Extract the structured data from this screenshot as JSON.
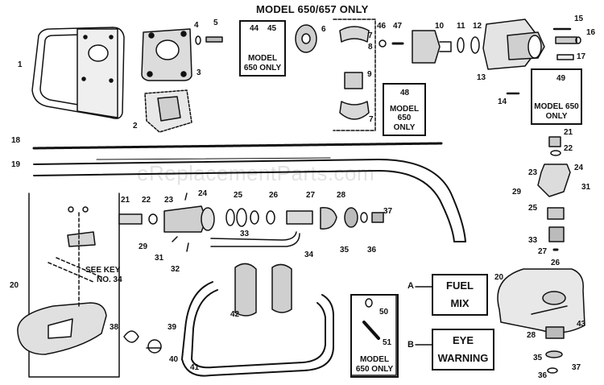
{
  "title": "MODEL 650/657 ONLY",
  "watermark": "eReplacementParts.com",
  "boxes": {
    "model_top": "MODEL 650 ONLY",
    "model_mid": "MODEL 650 ONLY",
    "model_right": "MODEL 650 ONLY",
    "model_bottom": "MODEL 650 ONLY"
  },
  "box_numbers": {
    "n44": "44",
    "n45": "45",
    "n48": "48",
    "n49": "49",
    "n50": "50",
    "n51": "51"
  },
  "see_key": {
    "line1": "SEE   KEY",
    "line2": "NO.  34"
  },
  "warnings": {
    "a_letter": "A",
    "fuel_line1": "FUEL",
    "fuel_line2": "MIX",
    "b_letter": "B",
    "eye_line1": "EYE",
    "eye_line2": "WARNING"
  },
  "callouts": {
    "c1": "1",
    "c2": "2",
    "c3": "3",
    "c4": "4",
    "c5": "5",
    "c6": "6",
    "c7a": "7",
    "c7b": "7",
    "c8": "8",
    "c9": "9",
    "c10": "10",
    "c11": "11",
    "c12": "12",
    "c13": "13",
    "c14": "14",
    "c15": "15",
    "c16": "16",
    "c17": "17",
    "c18": "18",
    "c19": "19",
    "c20a": "20",
    "c20b": "20",
    "c21a": "21",
    "c21b": "21",
    "c22a": "22",
    "c22b": "22",
    "c23a": "23",
    "c23b": "23",
    "c24a": "24",
    "c24b": "24",
    "c25a": "25",
    "c25b": "25",
    "c26a": "26",
    "c26b": "26",
    "c27a": "27",
    "c27b": "27",
    "c28a": "28",
    "c28b": "28",
    "c29a": "29",
    "c29b": "29",
    "c31a": "31",
    "c31b": "31",
    "c32": "32",
    "c33a": "33",
    "c33b": "33",
    "c34": "34",
    "c35a": "35",
    "c35b": "35",
    "c36a": "36",
    "c36b": "36",
    "c37a": "37",
    "c37b": "37",
    "c38": "38",
    "c39": "39",
    "c40": "40",
    "c41": "41",
    "c42": "42",
    "c43": "43",
    "c46": "46",
    "c47": "47"
  }
}
